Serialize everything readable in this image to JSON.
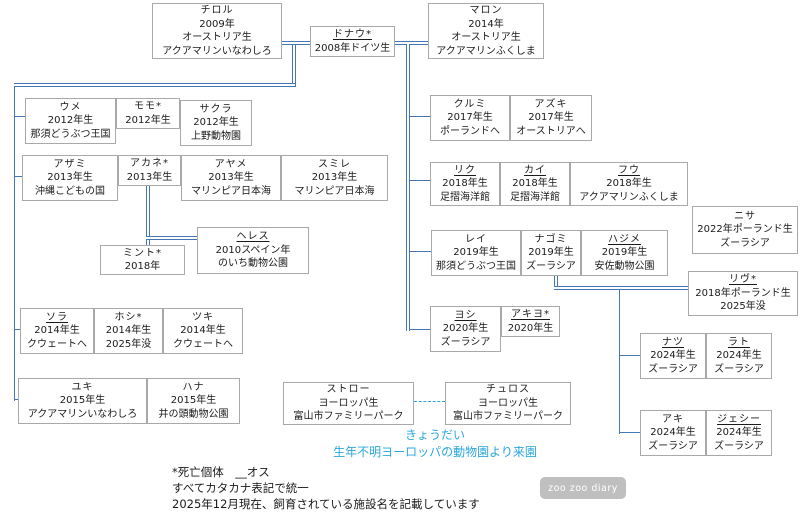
{
  "nodes": {
    "tirol": {
      "name": "チロル",
      "lines": [
        "2009年",
        "オーストリア生",
        "アクアマリンいなわしろ"
      ]
    },
    "donau": {
      "name": "ドナウ*",
      "lines": [
        "2008年ドイツ生"
      ]
    },
    "maron": {
      "name": "マロン",
      "lines": [
        "2014年",
        "オーストリア生",
        "アクアマリンふくしま"
      ]
    },
    "ume": {
      "name": "ウメ",
      "lines": [
        "2012年生",
        "那須どうぶつ王国"
      ]
    },
    "momo": {
      "name": "モモ*",
      "lines": [
        "2012年生"
      ]
    },
    "sakura": {
      "name": "サクラ",
      "lines": [
        "2012年生",
        "上野動物園"
      ]
    },
    "azami": {
      "name": "アザミ",
      "lines": [
        "2013年生",
        "沖縄こどもの国"
      ]
    },
    "akane": {
      "name": "アカネ*",
      "lines": [
        "2013年生"
      ]
    },
    "ayame": {
      "name": "アヤメ",
      "lines": [
        "2013年生",
        "マリンピア日本海"
      ]
    },
    "sumire": {
      "name": "スミレ",
      "lines": [
        "2013年生",
        "マリンピア日本海"
      ]
    },
    "mint": {
      "name": "ミント*",
      "lines": [
        "2018年"
      ]
    },
    "heres": {
      "name": "ヘレス",
      "lines": [
        "2010スペイン年",
        "のいち動物公園"
      ]
    },
    "sora": {
      "name": "ソラ",
      "lines": [
        "2014年生",
        "クウェートへ"
      ]
    },
    "hoshi": {
      "name": "ホシ*",
      "lines": [
        "2014年生",
        "2025年没"
      ]
    },
    "tsuki": {
      "name": "ツキ",
      "lines": [
        "2014年生",
        "クウェートへ"
      ]
    },
    "yuki": {
      "name": "ユキ",
      "lines": [
        "2015年生",
        "アクアマリンいなわしろ"
      ]
    },
    "hana": {
      "name": "ハナ",
      "lines": [
        "2015年生",
        "井の頭動物公園"
      ]
    },
    "kurumi": {
      "name": "クルミ",
      "lines": [
        "2017年生",
        "ポーランドへ"
      ]
    },
    "azuki": {
      "name": "アズキ",
      "lines": [
        "2017年生",
        "オーストリアへ"
      ]
    },
    "riku": {
      "name": "リク",
      "lines": [
        "2018年生",
        "足摺海洋館"
      ]
    },
    "kai": {
      "name": "カイ",
      "lines": [
        "2018年生",
        "足摺海洋館"
      ]
    },
    "fuu": {
      "name": "フウ",
      "lines": [
        "2018年生",
        "アクアマリンふくしま"
      ]
    },
    "rei": {
      "name": "レイ",
      "lines": [
        "2019年生",
        "那須どうぶつ王国"
      ]
    },
    "nagomi": {
      "name": "ナゴミ",
      "lines": [
        "2019年生",
        "ズーラシア"
      ]
    },
    "hajime": {
      "name": "ハジメ",
      "lines": [
        "2019年生",
        "安佐動物公園"
      ]
    },
    "nisa": {
      "name": "ニサ",
      "lines": [
        "2022年ポーランド生",
        "ズーラシア"
      ]
    },
    "riv": {
      "name": "リヴ*",
      "lines": [
        "2018年ポーランド生",
        "2025年没"
      ]
    },
    "yoshi": {
      "name": "ヨシ",
      "lines": [
        "2020年生",
        "ズーラシア"
      ]
    },
    "akiyo": {
      "name": "アキヨ*",
      "lines": [
        "2020年生"
      ]
    },
    "natsu": {
      "name": "ナツ",
      "lines": [
        "2024年生",
        "ズーラシア"
      ]
    },
    "rato": {
      "name": "ラト",
      "lines": [
        "2024年生",
        "ズーラシア"
      ]
    },
    "aki": {
      "name": "アキ",
      "lines": [
        "2024年生",
        "ズーラシア"
      ]
    },
    "jessie": {
      "name": "ジェシー",
      "lines": [
        "2024年生",
        "ズーラシア"
      ]
    },
    "straw": {
      "name": "ストロー",
      "lines": [
        "ヨーロッパ生",
        "富山市ファミリーパーク"
      ]
    },
    "churros": {
      "name": "チュロス",
      "lines": [
        "ヨーロッパ生",
        "富山市ファミリーパーク"
      ]
    }
  },
  "notes": {
    "siblings": "きょうだい",
    "origin": "生年不明ヨーロッパの動物園より来園"
  },
  "footer": {
    "line1": "*死亡個体　__オス",
    "line2": "すべてカタカナ表記で統一",
    "line3": "2025年12月現在、飼育されている施設名を記載しています"
  },
  "badge": {
    "label": "zoo zoo diary"
  },
  "colors": {
    "connector": "#4576b5",
    "sibling_accent": "#2BA7DF",
    "box_border": "#a9a9a9",
    "badge_bg": "#bfbfbf"
  }
}
